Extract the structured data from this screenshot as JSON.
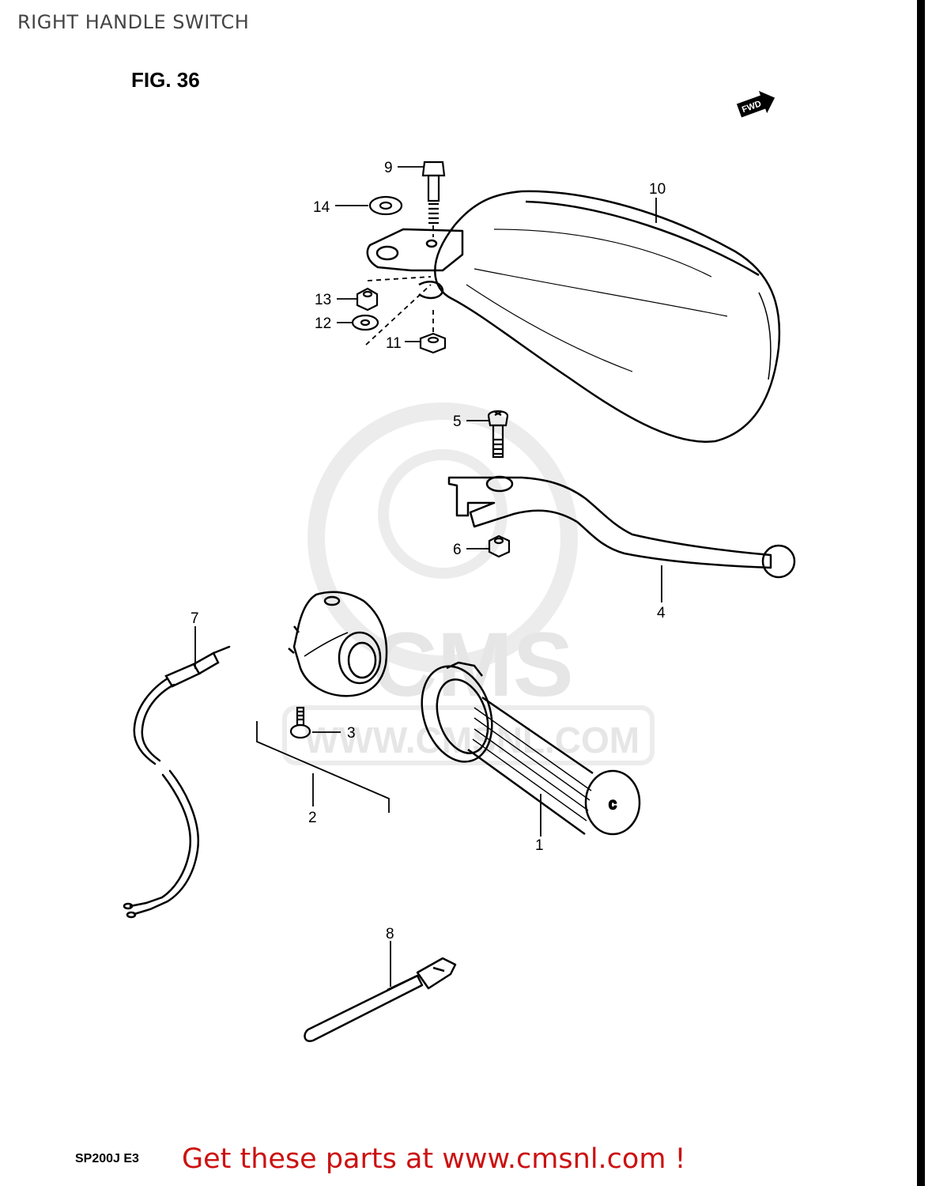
{
  "page": {
    "title": "RIGHT HANDLE SWITCH"
  },
  "figure": {
    "label": "FIG. 36",
    "direction_marker": "FWD",
    "model": "SP200J  E3"
  },
  "watermark": {
    "brand": "CMS",
    "url": "WWW.CMSNL.COM"
  },
  "callouts": {
    "c1": "1",
    "c2": "2",
    "c3": "3",
    "c4": "4",
    "c5": "5",
    "c6": "6",
    "c7": "7",
    "c8": "8",
    "c9": "9",
    "c10": "10",
    "c11": "11",
    "c12": "12",
    "c13": "13",
    "c14": "14"
  },
  "footer": {
    "cta": "Get these parts at www.cmsnl.com !"
  },
  "colors": {
    "cta": "#cc1111",
    "line": "#000000",
    "watermark": "#e6e6e6"
  }
}
